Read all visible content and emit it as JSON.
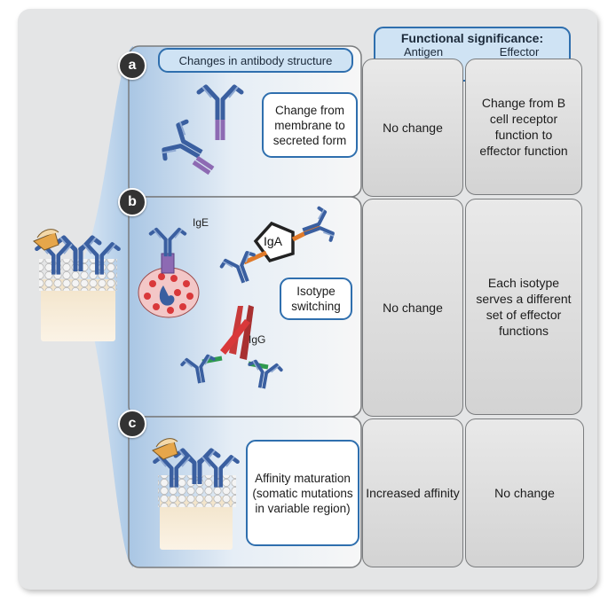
{
  "header": {
    "title": "Functional significance:",
    "col1": "Antigen recognition",
    "col2": "Effector functions"
  },
  "structure_tag": "Changes in antibody structure",
  "rows": [
    {
      "badge": "a",
      "label": "Change from membrane to secreted form",
      "antigen": "No change",
      "effector": "Change from B cell receptor function to effector function"
    },
    {
      "badge": "b",
      "label": "Isotype switching",
      "antigen": "No change",
      "effector": "Each isotype serves a different set of effector functions"
    },
    {
      "badge": "c",
      "label": "Affinity maturation (somatic mutations in variable region)",
      "antigen": "Increased affinity",
      "effector": "No change"
    }
  ],
  "isotypes": {
    "ige": "IgE",
    "iga": "IgA",
    "igg": "IgG"
  },
  "colors": {
    "panel_blue": "#c7dcef",
    "border_blue": "#2f6fae",
    "antibody_blue": "#3a5fa0",
    "iga_orange": "#e07a2a",
    "igg_green": "#2f9a4e",
    "ige_purple": "#8d6ab3",
    "cell_red": "#d9383a"
  }
}
